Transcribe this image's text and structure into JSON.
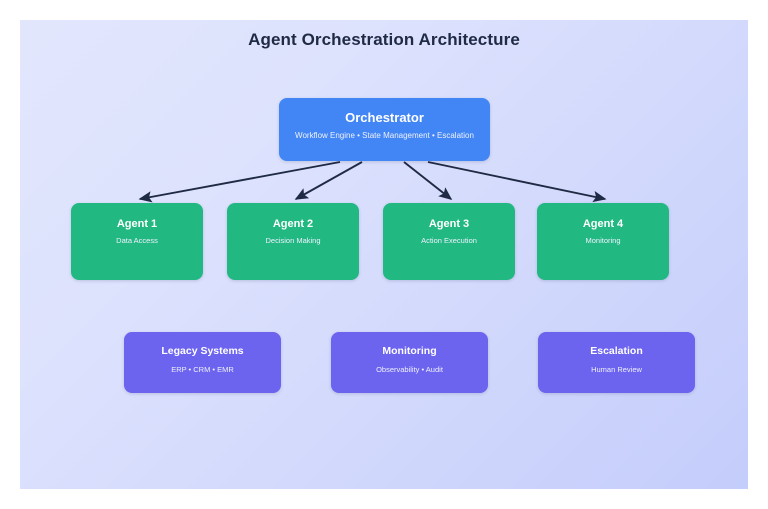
{
  "diagram": {
    "title": "Agent Orchestration Architecture",
    "background": {
      "gradient_from": "#e2e6fd",
      "gradient_to": "#c4cdfb"
    },
    "colors": {
      "orchestrator": "#4285f4",
      "agent": "#22b882",
      "support": "#6c63ef",
      "arrow": "#1f2a44",
      "title_text": "#1f2a44"
    }
  },
  "orchestrator": {
    "title": "Orchestrator",
    "subtitle": "Workflow Engine • State Management • Escalation"
  },
  "agents": [
    {
      "title": "Agent 1",
      "subtitle": "Data Access"
    },
    {
      "title": "Agent 2",
      "subtitle": "Decision Making"
    },
    {
      "title": "Agent 3",
      "subtitle": "Action Execution"
    },
    {
      "title": "Agent 4",
      "subtitle": "Monitoring"
    }
  ],
  "support": [
    {
      "title": "Legacy Systems",
      "subtitle": "ERP • CRM • EMR"
    },
    {
      "title": "Monitoring",
      "subtitle": "Observability • Audit"
    },
    {
      "title": "Escalation",
      "subtitle": "Human Review"
    }
  ],
  "connections": [
    {
      "from": "Orchestrator",
      "to": "Agent 1"
    },
    {
      "from": "Orchestrator",
      "to": "Agent 2"
    },
    {
      "from": "Orchestrator",
      "to": "Agent 3"
    },
    {
      "from": "Orchestrator",
      "to": "Agent 4"
    }
  ]
}
